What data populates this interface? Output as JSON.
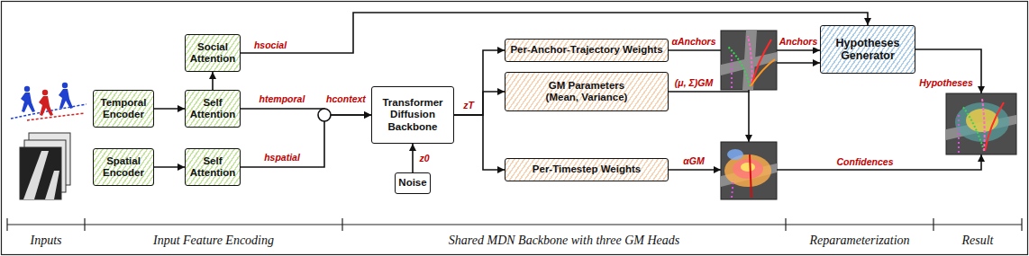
{
  "diagram": {
    "nodes": [
      {
        "text": [
          "Temporal Encoder"
        ]
      },
      {
        "text": [
          "Spatial Encoder"
        ]
      },
      {
        "text": [
          "Self Attention"
        ]
      },
      {
        "text": [
          "Social Attention"
        ]
      },
      {
        "text": [
          "Self Attention"
        ]
      },
      {
        "text": [
          "Transformer Diffusion Backbone"
        ]
      },
      {
        "text": [
          "Noise"
        ]
      },
      {
        "text": [
          "Per-Anchor-Trajectory Weights"
        ]
      },
      {
        "text": [
          "GM Parameters (Mean, Variance)"
        ]
      },
      {
        "text": [
          "Per-Timestep Weights"
        ]
      },
      {
        "text": [
          "Hypotheses Generator"
        ]
      }
    ],
    "edges": [
      {
        "from": 0,
        "to": 2,
        "arrow": "to"
      },
      {
        "from": 1,
        "to": 4,
        "arrow": "to"
      },
      {
        "from": 2,
        "to": 3,
        "arrow": "to"
      },
      {
        "from": 3,
        "to": 10,
        "label": "hsocial",
        "arrow": "to"
      },
      {
        "from": 2,
        "to": 5,
        "label": "htemporal",
        "arrow": "to"
      },
      {
        "from": 4,
        "to": 5,
        "label": "hspatial",
        "arrow": "to"
      },
      {
        "from": 6,
        "to": 5,
        "label": "z0",
        "arrow": "to"
      },
      {
        "from": 5,
        "to": 7,
        "arrow": "to"
      },
      {
        "from": 5,
        "to": 8,
        "arrow": "to"
      },
      {
        "from": 5,
        "to": 9,
        "arrow": "to"
      },
      {
        "from": 7,
        "to": 10,
        "label": "Anchors",
        "arrow": "to"
      },
      {
        "from": 8,
        "to": 10,
        "arrow": "to"
      }
    ],
    "labels": [
      "hcontext",
      "zT",
      "αAnchors",
      "(μ, Σ)GM",
      "αGM",
      "Hypotheses",
      "Confidences",
      "Inputs",
      "Input Feature Encoding",
      "Shared MDN Backbone with three GM Heads",
      "Reparameterization",
      "Result"
    ]
  }
}
